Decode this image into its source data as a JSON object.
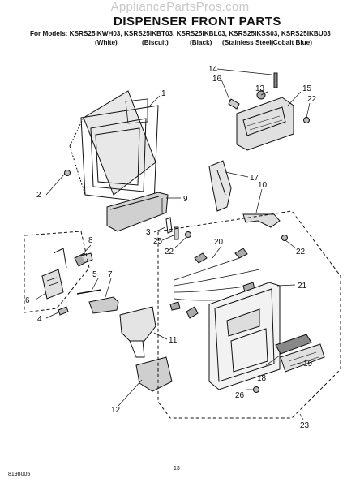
{
  "watermark": "AppliancePartsPros.com",
  "title": "DISPENSER FRONT PARTS",
  "models_line": "For Models: KSRS25IKWH03, KSRS25IKBT03, KSRS25IKBL03, KSRS25IKSS03, KSRS25IKBU03",
  "finishes": [
    "(White)",
    "(Biscuit)",
    "(Black)",
    "(Stainless Steel)",
    "(Cobalt Blue)"
  ],
  "parts": [
    "1",
    "2",
    "3",
    "4",
    "5",
    "6",
    "7",
    "8",
    "9",
    "10",
    "11",
    "12",
    "13",
    "14",
    "15",
    "16",
    "17",
    "18",
    "19",
    "20",
    "21",
    "22",
    "22",
    "22",
    "23",
    "25",
    "26"
  ],
  "footer": {
    "doc_number": "8198005",
    "page": "13"
  }
}
